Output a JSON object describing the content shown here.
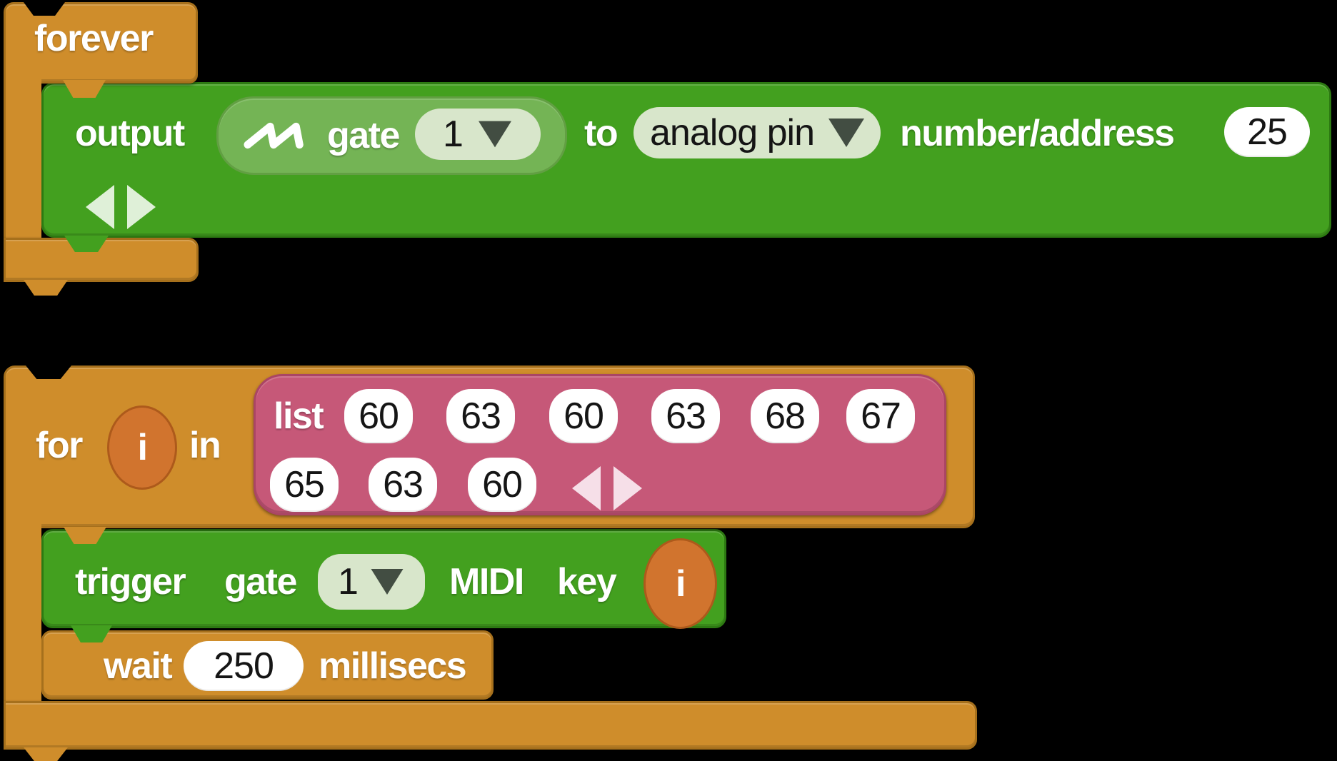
{
  "colors": {
    "control_orange": "#cf8d2b",
    "control_orange_border": "#a6701c",
    "io_green": "#43a01f",
    "io_green_border": "#2d7a12",
    "reporter_light_green": "#74b455",
    "dropdown_light_green": "#d8e6cb",
    "dropdown_arrow_dark": "#424d42",
    "list_pink": "#c65878",
    "list_pink_border": "#aa4565",
    "variable_orange": "#d1742e",
    "input_white": "#ffffff",
    "background": "#000000"
  },
  "script1": {
    "forever_label": "forever",
    "output": {
      "output_label": "output",
      "wave_reporter": {
        "icon": "sawtooth-wave-icon",
        "gate_label": "gate",
        "channel": "1"
      },
      "to_label": "to",
      "pin_type": "analog pin",
      "number_address_label": "number/address",
      "pin_number": "25"
    }
  },
  "script2": {
    "for_label": "for",
    "loop_variable": "i",
    "in_label": "in",
    "list": {
      "label": "list",
      "values": [
        "60",
        "63",
        "60",
        "63",
        "68",
        "67",
        "65",
        "63",
        "60"
      ]
    },
    "trigger": {
      "trigger_label": "trigger",
      "gate_label": "gate",
      "channel": "1",
      "midi_label": "MIDI",
      "key_label": "key",
      "variable": "i"
    },
    "wait": {
      "wait_label": "wait",
      "duration": "250",
      "millisecs_label": "millisecs"
    }
  }
}
